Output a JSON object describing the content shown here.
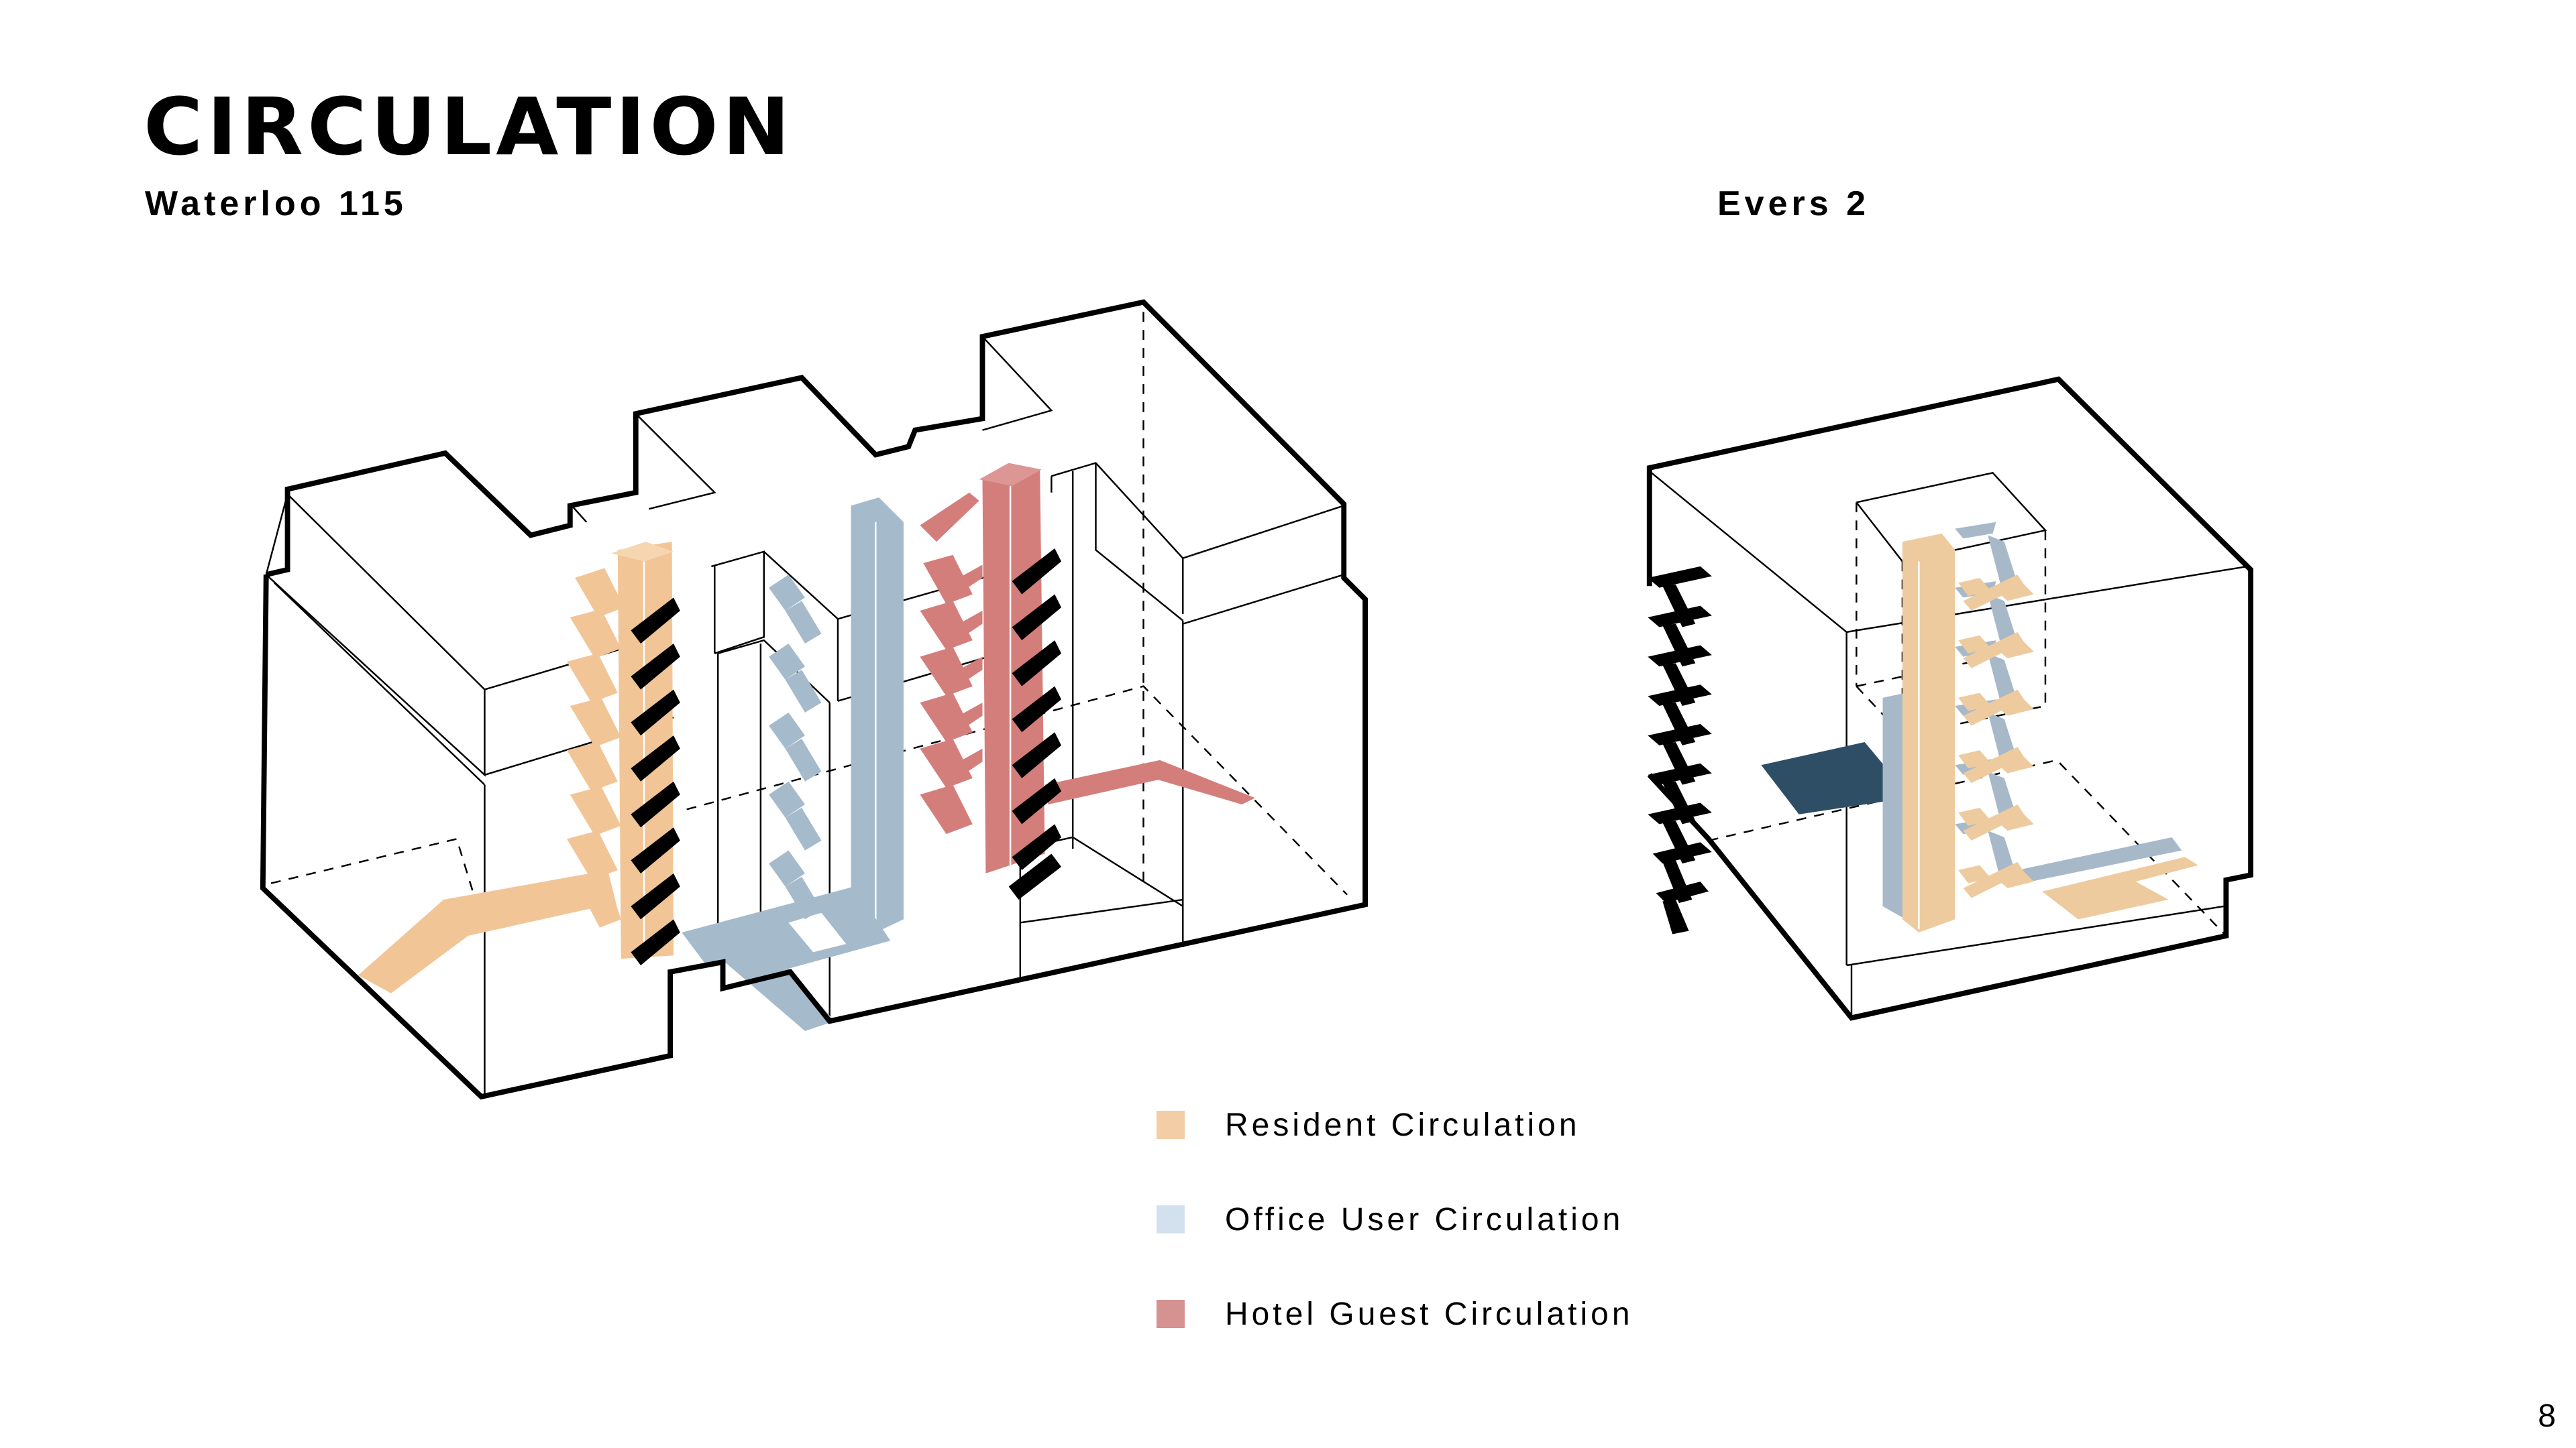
{
  "page": {
    "title": "CIRCULATION",
    "page_number": "8"
  },
  "buildings": [
    {
      "name": "Waterloo 115",
      "circulation": [
        "resident",
        "office_user",
        "hotel_guest"
      ]
    },
    {
      "name": "Evers 2",
      "circulation": [
        "resident",
        "office_user"
      ]
    }
  ],
  "legend": {
    "items": [
      {
        "label": "Resident Circulation",
        "color": "#F3CDA6"
      },
      {
        "label": "Office User Circulation",
        "color": "#D3E1EE"
      },
      {
        "label": "Hotel Guest Circulation",
        "color": "#D59291"
      }
    ]
  },
  "colors": {
    "resident": "#F2C597",
    "office_user": "#A5BBCB",
    "hotel_guest": "#D47E7C",
    "evers_resident": "#EECB9E",
    "evers_office": "#A7B9C9",
    "evers_lobby": "#2E4E66",
    "outline": "#000000"
  }
}
